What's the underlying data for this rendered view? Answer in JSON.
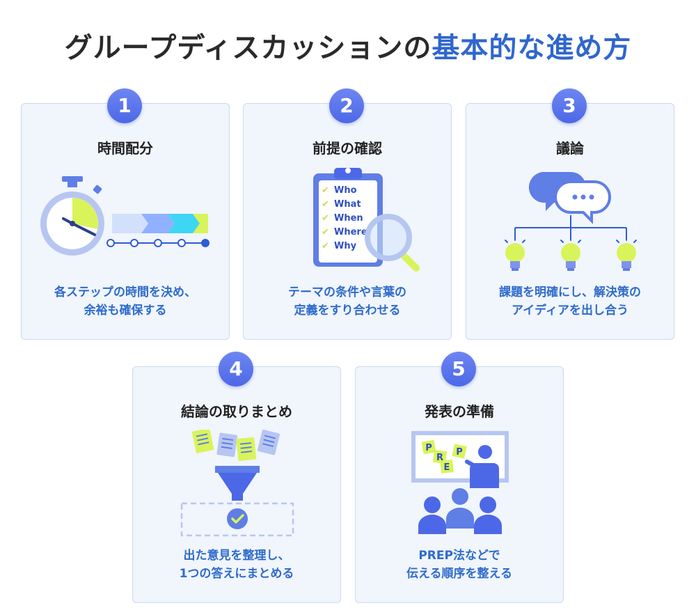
{
  "title": {
    "main": "グループディスカッションの",
    "accent": "基本的な進め方"
  },
  "steps": [
    {
      "number": "1",
      "title": "時間配分",
      "desc": [
        "各ステップの時間を決め、",
        "余裕も確保する"
      ]
    },
    {
      "number": "2",
      "title": "前提の確認",
      "desc": [
        "テーマの条件や言葉の",
        "定義をすり合わせる"
      ],
      "checklist": [
        "Who",
        "What",
        "When",
        "Where",
        "Why"
      ]
    },
    {
      "number": "3",
      "title": "議論",
      "desc": [
        "課題を明確にし、解決策の",
        "アイディアを出し合う"
      ]
    },
    {
      "number": "4",
      "title": "結論の取りまとめ",
      "desc": [
        "出た意見を整理し、",
        "1つの答えにまとめる"
      ]
    },
    {
      "number": "5",
      "title": "発表の準備",
      "desc": [
        "PREP法などで",
        "伝える順序を整える"
      ],
      "board_letters": [
        "P",
        "R",
        "E",
        "P"
      ]
    }
  ],
  "colors": {
    "accent": "#2f67cc",
    "badge": "#5b73ea",
    "card_bg": "#f1f5fc",
    "card_border": "#c9d9f2",
    "lime": "#d9f45a",
    "cyan": "#3ed6f2"
  }
}
